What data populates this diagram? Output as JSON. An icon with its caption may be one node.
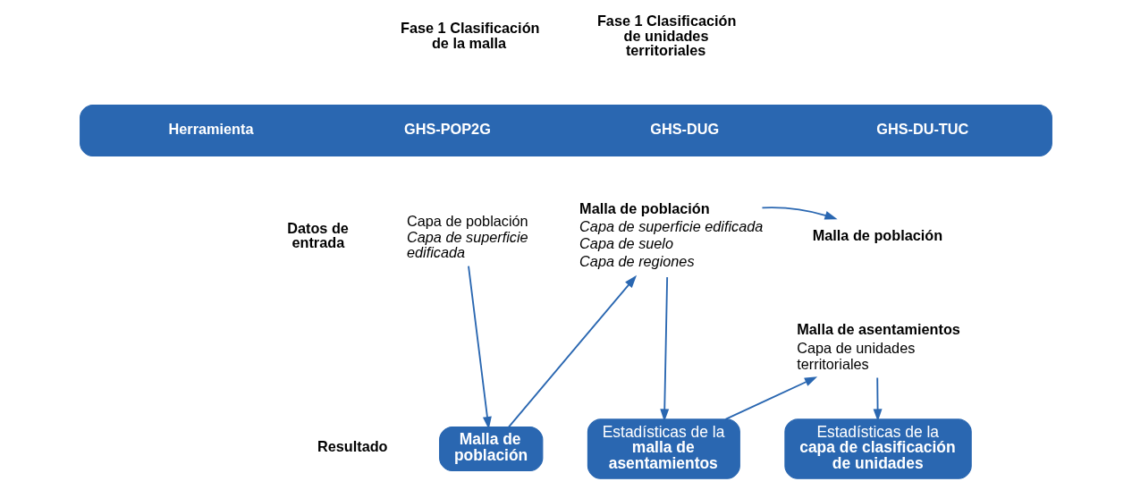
{
  "diagram": {
    "nodes": [
      {
        "text": [
          "Herramienta",
          "GHS-POP2G",
          "GHS-DUG",
          "GHS-DU-TUC"
        ]
      },
      {
        "text": [
          "Capa de población",
          "Capa de superficie edificada"
        ]
      },
      {
        "text": [
          "Malla de población"
        ]
      },
      {
        "text": [
          "Malla de población",
          "Capa de superficie edificada",
          "Capa de suelo",
          "Capa de regiones"
        ]
      },
      {
        "text": [
          "Estadísticas de la **malla de asentamientos**"
        ]
      },
      {
        "text": [
          "Malla de población"
        ]
      },
      {
        "text": [
          "Malla de asentamientos",
          "Capa de unidades territoriales"
        ]
      },
      {
        "text": [
          "Estadísticas de la **capa de clasificación de unidades**"
        ]
      }
    ],
    "edges": [
      {
        "from": 1,
        "to": 2,
        "arrow": "to"
      },
      {
        "from": 2,
        "to": 3,
        "arrow": "to"
      },
      {
        "from": 3,
        "to": 5,
        "arrow": "to"
      },
      {
        "from": 3,
        "to": 4,
        "arrow": "to"
      },
      {
        "from": 4,
        "to": 6,
        "arrow": "to"
      },
      {
        "from": 6,
        "to": 7,
        "arrow": "to"
      }
    ],
    "labels": [
      "Fase 1 Clasificación de la malla",
      "Fase 1 Clasificación de unidades territoriales",
      "Datos de entrada",
      "Resultado"
    ]
  }
}
